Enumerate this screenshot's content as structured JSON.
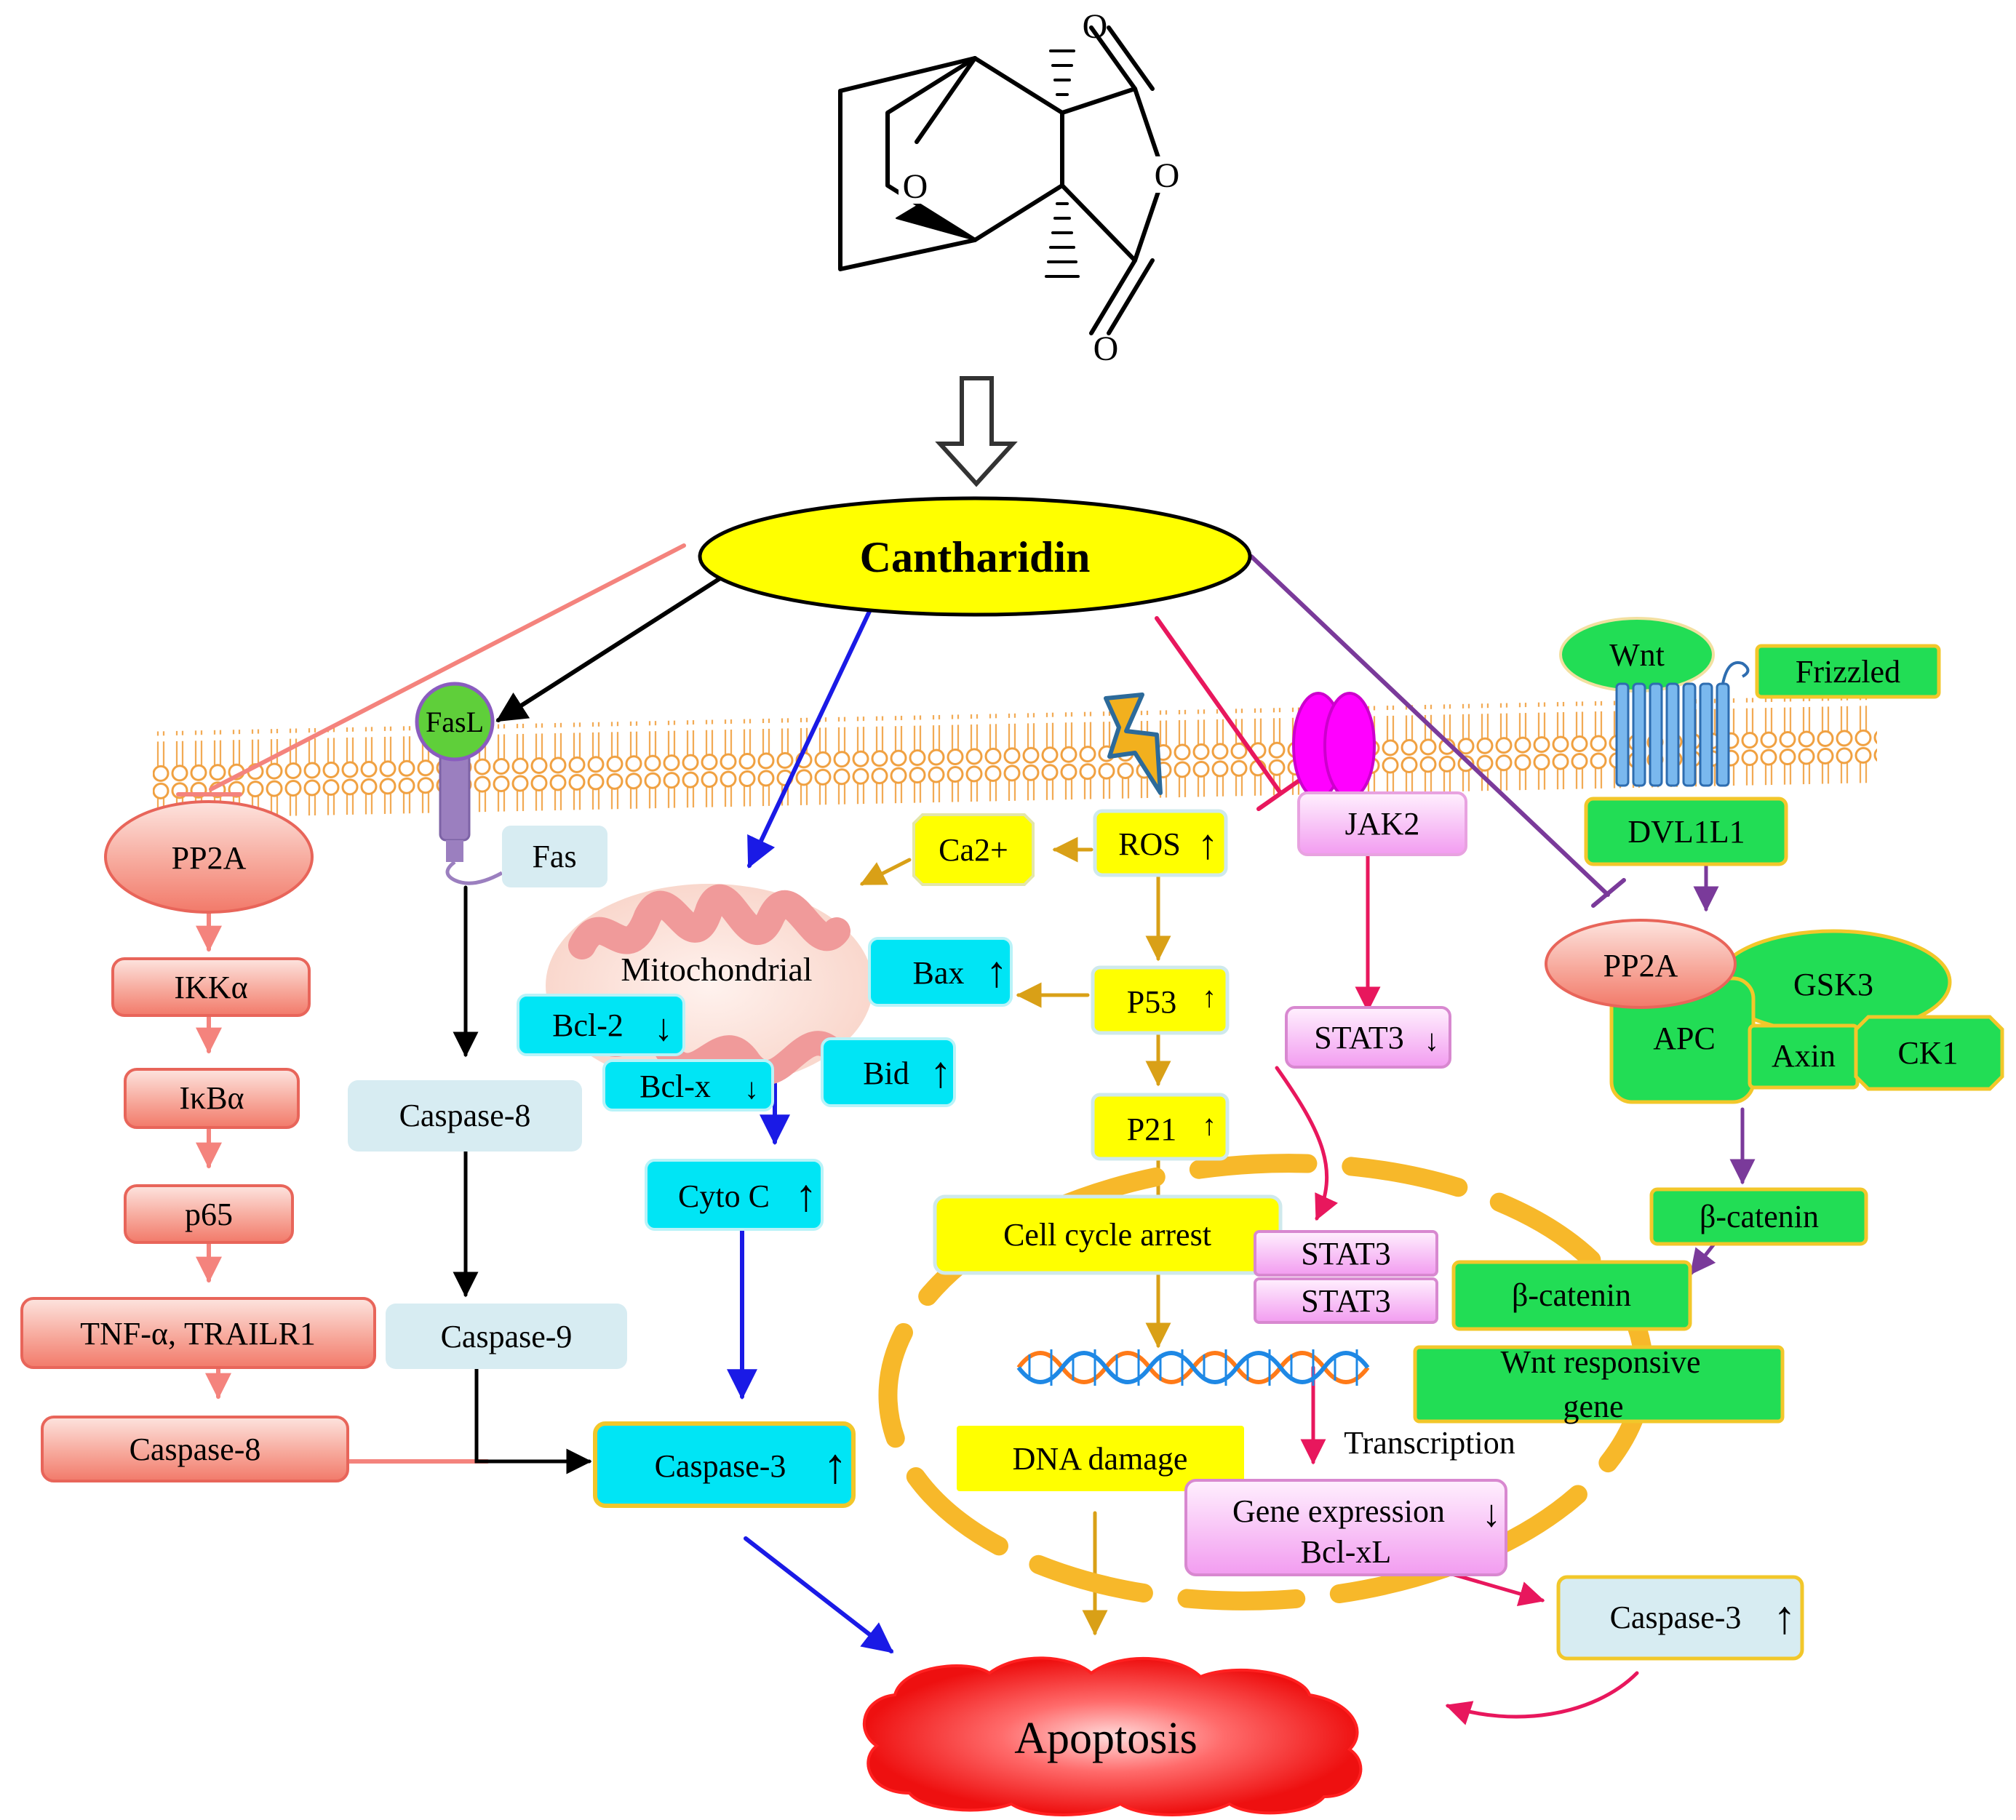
{
  "molecule": {
    "atoms": {
      "bridge_o": "O",
      "ring_o": "O",
      "carbonyl_top": "O",
      "carbonyl_bottom": "O"
    }
  },
  "center": {
    "label": "Cantharidin"
  },
  "left_pathway": {
    "nodes": [
      "PP2A",
      "IKKα",
      "IκBα",
      "p65",
      "TNF-α, TRAILR1",
      "Caspase-8"
    ]
  },
  "fas_pathway": {
    "ligand": "FasL",
    "receptor": "Fas",
    "nodes": [
      "Caspase-8",
      "Caspase-9"
    ]
  },
  "mito_pathway": {
    "organelle": "Mitochondrial",
    "bcl2": "Bcl-2",
    "bclx": "Bcl-x",
    "bax": "Bax",
    "bid": "Bid",
    "cytoc": "Cyto C",
    "caspase3": "Caspase-3"
  },
  "ros_pathway": {
    "ca": "Ca2+",
    "ros": "ROS",
    "p53": "P53",
    "p21": "P21",
    "arrest": "Cell cycle arrest",
    "dna": "DNA damage"
  },
  "jak_pathway": {
    "jak2": "JAK2",
    "stat3_cyto": "STAT3",
    "stat3_dimer": [
      "STAT3",
      "STAT3"
    ],
    "transcription": "Transcription",
    "gene_expr": "Gene expression",
    "bclxl": "Bcl-xL",
    "caspase3": "Caspase-3"
  },
  "wnt_pathway": {
    "wnt": "Wnt",
    "frizzled": "Frizzled",
    "dvl": "DVL1L1",
    "pp2a": "PP2A",
    "gsk3": "GSK3",
    "apc": "APC",
    "axin": "Axin",
    "ck1": "CK1",
    "bcat1": "β-catenin",
    "bcat2": "β-catenin",
    "gene_line1": "Wnt responsive",
    "gene_line2": "gene"
  },
  "outcome": {
    "label": "Apoptosis"
  },
  "arrows": {
    "up": "↑",
    "down": "↓"
  },
  "colors": {
    "black": "#000000",
    "salmon": "#f4837d",
    "blue": "#1a1ae6",
    "magenta": "#e8175d",
    "purple": "#7a3a9a",
    "orange": "#d9a017",
    "cyan": "#00e5f5",
    "lightblue": "#d7ecf2",
    "yellow": "#ffff00",
    "green": "#22dd55",
    "pink": "#f4a6f0",
    "red": "#ee1111",
    "membrane": "#f5b86a"
  }
}
